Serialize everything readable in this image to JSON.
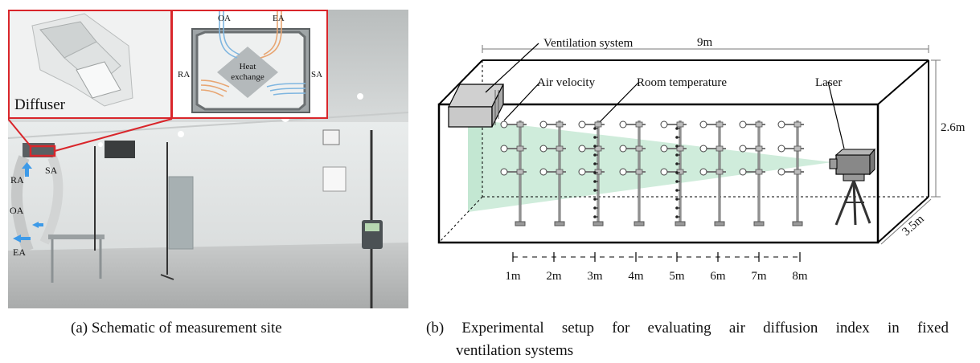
{
  "panel_a": {
    "inset_left_label": "Diffuser",
    "schematic": {
      "oa": "OA",
      "ea": "EA",
      "ra": "RA",
      "sa": "SA",
      "heat_exchange": [
        "Heat",
        "exchange"
      ]
    },
    "photo_labels": {
      "ra": "RA",
      "sa": "SA",
      "oa": "OA",
      "ea": "EA"
    },
    "caption": "(a)  Schematic of measurement site"
  },
  "panel_b": {
    "labels": {
      "ventilation_system": "Ventilation system",
      "air_velocity": "Air velocity",
      "room_temperature": "Room temperature",
      "laser": "Laser",
      "width": "9m",
      "height": "2.6m",
      "depth": "3.5m"
    },
    "distance_ticks": [
      "1m",
      "2m",
      "3m",
      "4m",
      "5m",
      "6m",
      "7m",
      "8m"
    ],
    "caption_line1": "(b)  Experimental setup for evaluating air diffusion index in fixed",
    "caption_line2": "ventilation systems"
  },
  "colors": {
    "highlight_red": "#d9262b",
    "air_flow_green": "#bfe6cf",
    "duct_blue": "#7fb6e0",
    "duct_orange": "#e8a673"
  }
}
